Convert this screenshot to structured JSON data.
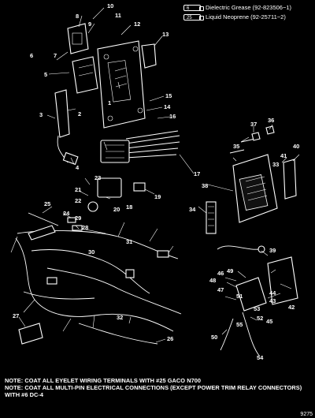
{
  "legend": [
    {
      "symbol": "tube-icon",
      "num": "6",
      "text": "Dielectric Grease (92-823506−1)"
    },
    {
      "symbol": "tube-icon",
      "num": "25",
      "text": "Liquid Neoprene (92-25711−2)"
    }
  ],
  "callouts": [
    "1",
    "2",
    "3",
    "4",
    "5",
    "6",
    "7",
    "8",
    "9",
    "10",
    "11",
    "12",
    "13",
    "14",
    "15",
    "16",
    "17",
    "18",
    "19",
    "20",
    "21",
    "22",
    "23",
    "24",
    "25",
    "26",
    "27",
    "28",
    "29",
    "30",
    "31",
    "32",
    "33",
    "34",
    "35",
    "36",
    "37",
    "38",
    "39",
    "40",
    "41",
    "42",
    "43",
    "44",
    "45",
    "46",
    "47",
    "48",
    "49",
    "50",
    "51",
    "52",
    "53",
    "54",
    "55"
  ],
  "notes": [
    "NOTE: COAT ALL EYELET WIRING TERMINALS WITH #25 GACO N700",
    "NOTE: COAT ALL MULTI-PIN ELECTRICAL CONNECTIONS (EXCEPT POWER TRIM RELAY CONNECTORS) WITH #6 DC-4"
  ],
  "page_number": "9275"
}
